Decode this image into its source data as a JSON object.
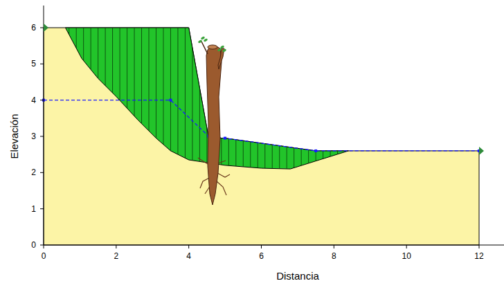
{
  "diagram": {
    "labels": [
      "Elevación",
      "Distancia",
      "0",
      "1",
      "2",
      "3",
      "4",
      "5",
      "6",
      "0",
      "2",
      "4",
      "6",
      "8",
      "10",
      "12"
    ]
  }
}
